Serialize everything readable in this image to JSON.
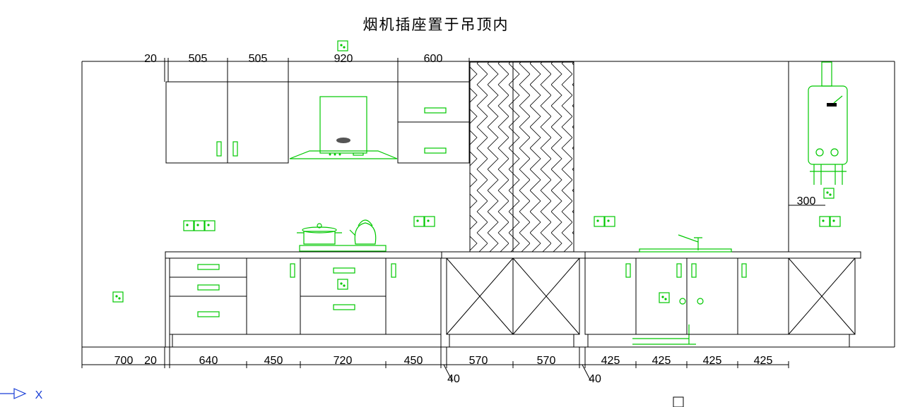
{
  "title": "烟机插座置于吊顶内",
  "colors": {
    "line": "#000000",
    "fixture": "#00c800",
    "background": "#ffffff"
  },
  "top_dimensions": [
    "20",
    "505",
    "505",
    "920",
    "600"
  ],
  "bottom_dimensions": [
    "700",
    "20",
    "640",
    "450",
    "720",
    "450",
    "570",
    "570",
    "425",
    "425",
    "425",
    "425"
  ],
  "gap_dimensions": [
    "40",
    "40"
  ],
  "side_dimension": "300",
  "axis_label": "X",
  "icons": [
    "socket-icon",
    "range-hood-icon",
    "pot-icon",
    "kettle-icon",
    "faucet-icon",
    "water-heater-icon",
    "axis-arrow-icon"
  ]
}
